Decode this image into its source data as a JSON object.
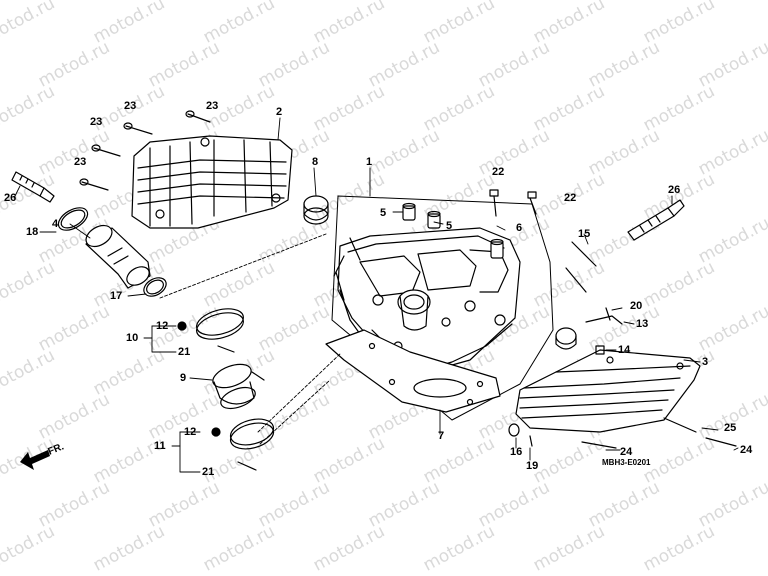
{
  "watermark": "motod.ru",
  "diagram_code": "MBH3-E0201",
  "direction_label": "FR.",
  "callouts": [
    {
      "id": "c1",
      "label": "1"
    },
    {
      "id": "c2",
      "label": "2"
    },
    {
      "id": "c3",
      "label": "3"
    },
    {
      "id": "c4",
      "label": "4"
    },
    {
      "id": "c5a",
      "label": "5"
    },
    {
      "id": "c5b",
      "label": "5"
    },
    {
      "id": "c6",
      "label": "6"
    },
    {
      "id": "c7",
      "label": "7"
    },
    {
      "id": "c8",
      "label": "8"
    },
    {
      "id": "c9",
      "label": "9"
    },
    {
      "id": "c10",
      "label": "10"
    },
    {
      "id": "c11",
      "label": "11"
    },
    {
      "id": "c12a",
      "label": "12"
    },
    {
      "id": "c12b",
      "label": "12"
    },
    {
      "id": "c13",
      "label": "13"
    },
    {
      "id": "c14",
      "label": "14"
    },
    {
      "id": "c15",
      "label": "15"
    },
    {
      "id": "c16",
      "label": "16"
    },
    {
      "id": "c17",
      "label": "17"
    },
    {
      "id": "c18",
      "label": "18"
    },
    {
      "id": "c19",
      "label": "19"
    },
    {
      "id": "c20",
      "label": "20"
    },
    {
      "id": "c21a",
      "label": "21"
    },
    {
      "id": "c21b",
      "label": "21"
    },
    {
      "id": "c22a",
      "label": "22"
    },
    {
      "id": "c22b",
      "label": "22"
    },
    {
      "id": "c23a",
      "label": "23"
    },
    {
      "id": "c23b",
      "label": "23"
    },
    {
      "id": "c23c",
      "label": "23"
    },
    {
      "id": "c23d",
      "label": "23"
    },
    {
      "id": "c24a",
      "label": "24"
    },
    {
      "id": "c24b",
      "label": "24"
    },
    {
      "id": "c25",
      "label": "25"
    },
    {
      "id": "c26a",
      "label": "26"
    },
    {
      "id": "c26b",
      "label": "26"
    }
  ]
}
